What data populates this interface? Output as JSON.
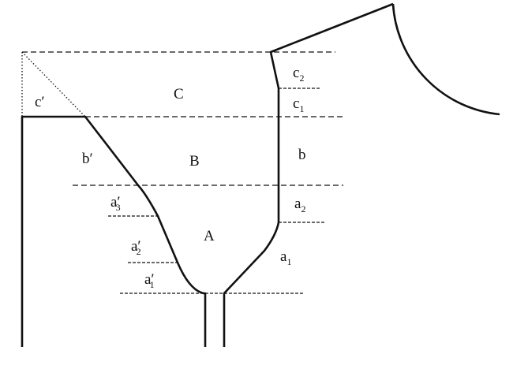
{
  "regions": {
    "A": "A",
    "B": "B",
    "C": "C"
  },
  "right_labels": {
    "c2": {
      "base": "c",
      "sub": "2"
    },
    "c1": {
      "base": "c",
      "sub": "1"
    },
    "b": {
      "base": "b"
    },
    "a2": {
      "base": "a",
      "sub": "2"
    },
    "a1": {
      "base": "a",
      "sub": "1"
    }
  },
  "left_labels": {
    "c_prime": {
      "base": "c′"
    },
    "b_prime": {
      "base": "b′"
    },
    "a3_prime": {
      "base": "a′",
      "sub": "3"
    },
    "a2_prime": {
      "base": "a′",
      "sub": "2"
    },
    "a1_prime": {
      "base": "a′",
      "sub": "1"
    }
  }
}
